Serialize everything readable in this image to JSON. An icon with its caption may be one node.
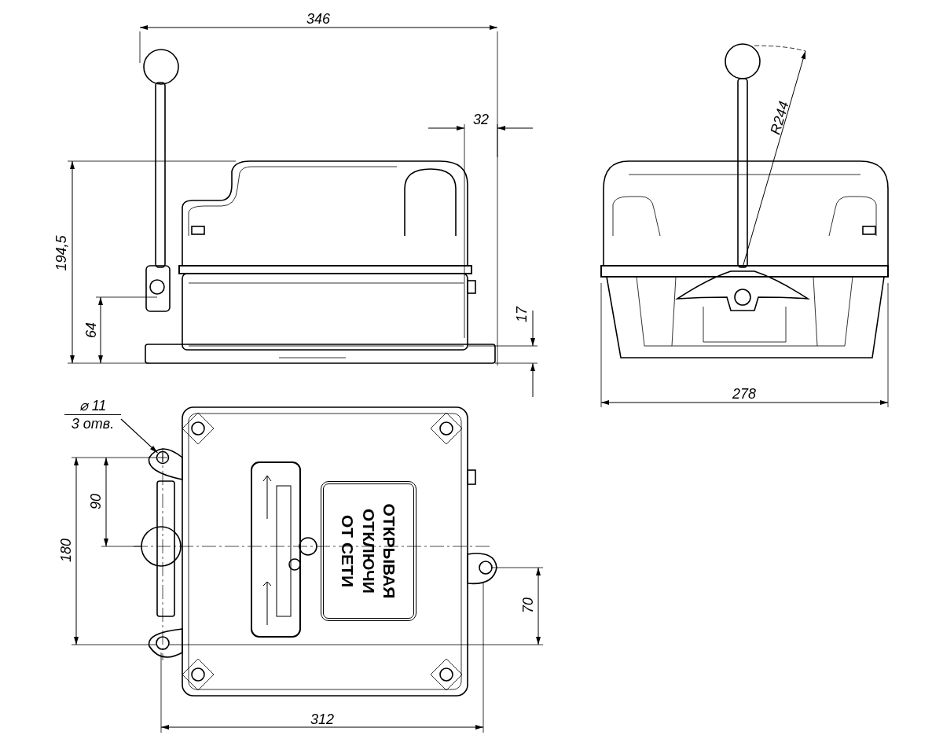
{
  "diagram": {
    "nodes": [
      {
        "text": [
          "ОТКРЫВАЯ ОТКЛЮЧИ ОТ СЕТИ"
        ]
      },
      {
        "text": [
          "⌀ 11",
          "3 отв."
        ]
      },
      {
        "text": [],
        "shape": "circle"
      }
    ],
    "edges": [
      {
        "from": 1,
        "to": 2,
        "arrow": "to"
      }
    ],
    "labels": [
      "346",
      "32",
      "194,5",
      "64",
      "17",
      "R244",
      "278",
      "90",
      "180",
      "70",
      "312"
    ]
  }
}
